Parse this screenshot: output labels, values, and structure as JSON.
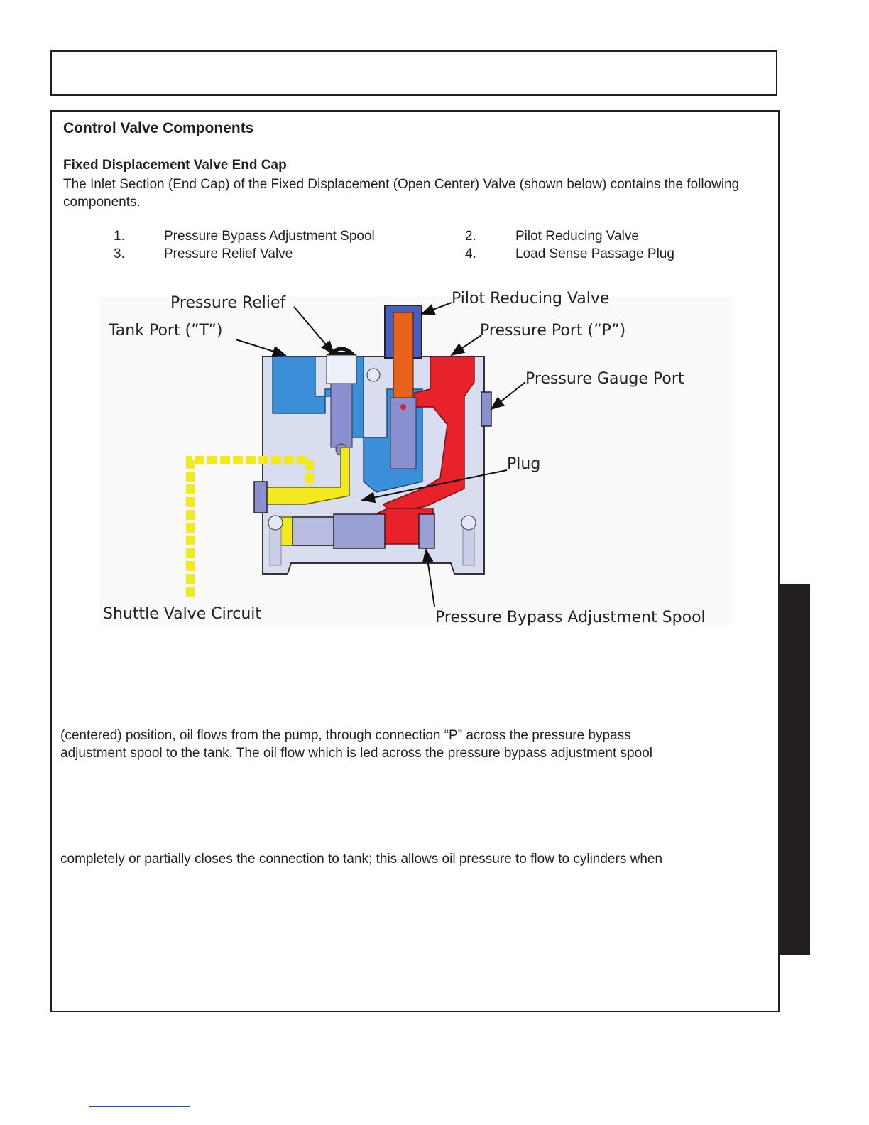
{
  "section": {
    "title": "Control Valve Components",
    "subtitle": "Fixed Displacement Valve End Cap",
    "intro": "The Inlet Section (End Cap) of the Fixed Displacement (Open Center) Valve (shown below) contains the following components."
  },
  "components": [
    {
      "num": "1.",
      "label": "Pressure Bypass Adjustment Spool"
    },
    {
      "num": "2.",
      "label": "Pilot Reducing Valve"
    },
    {
      "num": "3.",
      "label": "Pressure Relief Valve"
    },
    {
      "num": "4.",
      "label": "Load Sense Passage Plug"
    }
  ],
  "figure": {
    "labels": {
      "pressure_relief": "Pressure Relief",
      "tank_port": "Tank Port (”T”)",
      "pilot_reducing_valve": "Pilot Reducing Valve",
      "pressure_port": "Pressure Port (”P”)",
      "pressure_gauge_port": "Pressure Gauge Port",
      "plug": "Plug",
      "shuttle_valve_circuit": "Shuttle Valve Circuit",
      "pressure_bypass_spool": "Pressure Bypass Adjustment Spool"
    },
    "colors": {
      "tank_oil": "#3a8fd8",
      "pressure_oil": "#e8222a",
      "shuttle_circuit": "#f2ea1f",
      "body": "#d9ddf0",
      "pilot": "#e8621a"
    }
  },
  "body_text": {
    "line1": "(centered) position, oil flows from the pump, through connection “P” across the pressure bypass",
    "line2": "adjustment spool to the tank. The oil flow which is led across the pressure bypass adjustment spool",
    "line3": "completely or partially closes the connection to tank; this allows oil pressure to flow to cylinders when"
  }
}
